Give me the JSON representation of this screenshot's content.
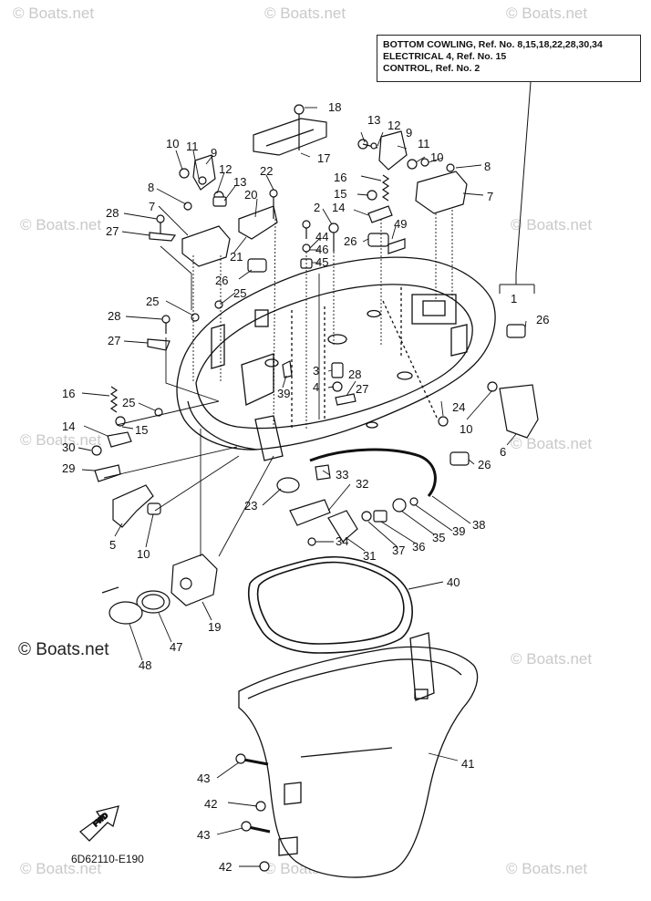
{
  "header_box": {
    "line1": "BOTTOM COWLING, Ref. No. 8,15,18,22,28,30,34",
    "line2": "ELECTRICAL 4, Ref. No. 15",
    "line3": "CONTROL,  Ref. No. 2"
  },
  "watermark": "© Boats.net",
  "diagram_code": "6D62110-E190",
  "fwd_label": "FWD",
  "part_numbers": [
    "1",
    "2",
    "3",
    "4",
    "5",
    "6",
    "7",
    "8",
    "9",
    "10",
    "11",
    "12",
    "13",
    "14",
    "15",
    "16",
    "17",
    "18",
    "19",
    "20",
    "21",
    "22",
    "23",
    "24",
    "25",
    "26",
    "27",
    "28",
    "29",
    "30",
    "31",
    "32",
    "33",
    "34",
    "35",
    "36",
    "37",
    "38",
    "39",
    "40",
    "41",
    "42",
    "43",
    "44",
    "45",
    "46",
    "47",
    "48",
    "49"
  ],
  "colors": {
    "line": "#111111",
    "watermark": "#c9c9c9",
    "background": "#ffffff"
  }
}
